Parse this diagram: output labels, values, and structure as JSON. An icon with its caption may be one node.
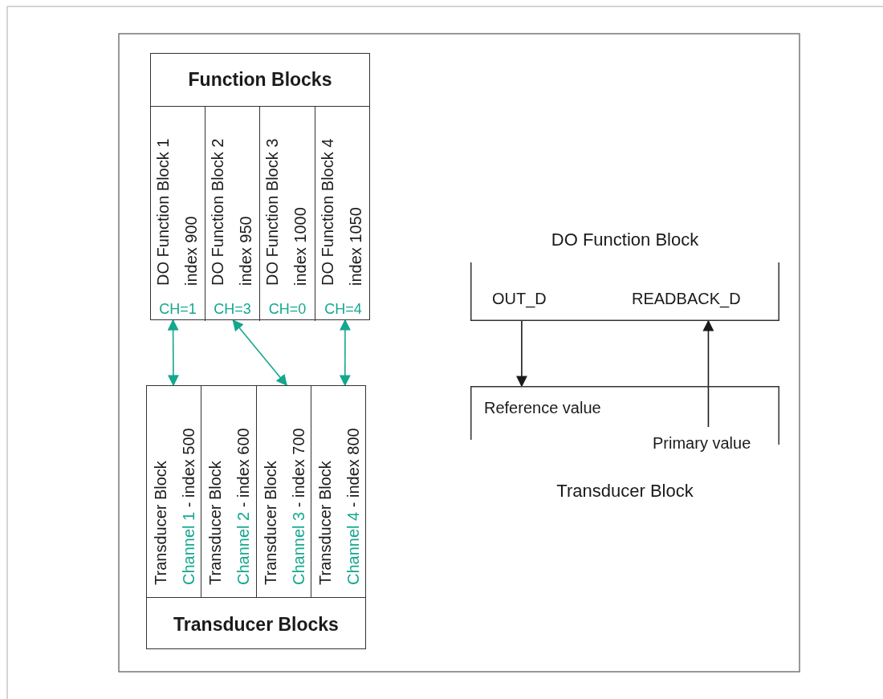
{
  "diagram": {
    "nodes": [
      {
        "text": [
          "Function Blocks"
        ]
      },
      {
        "text": [
          "DO Function Block 1 index 900",
          "CH=1"
        ],
        "in": 0
      },
      {
        "text": [
          "DO Function Block 2 index 950",
          "CH=3"
        ],
        "in": 0
      },
      {
        "text": [
          "DO Function Block 3 index 1000",
          "CH=0"
        ],
        "in": 0
      },
      {
        "text": [
          "DO Function Block 4 index 1050",
          "CH=4"
        ],
        "in": 0
      },
      {
        "text": [
          "Transducer Blocks"
        ]
      },
      {
        "text": [
          "Transducer Block",
          "Channel 1",
          "- index 500"
        ],
        "in": 5
      },
      {
        "text": [
          "Transducer Block",
          "Channel 2",
          "- index 600"
        ],
        "in": 5
      },
      {
        "text": [
          "Transducer Block",
          "Channel 3",
          "- index 700"
        ],
        "in": 5
      },
      {
        "text": [
          "Transducer Block",
          "Channel 4",
          "- index 800"
        ],
        "in": 5
      },
      {
        "text": [
          "DO Function Block",
          "OUT_D",
          "READBACK_D"
        ]
      },
      {
        "text": [
          "Reference value",
          "Primary value",
          "Transducer Block"
        ]
      }
    ],
    "edges": [
      {
        "from": 1,
        "to": 6,
        "arrow": "both"
      },
      {
        "from": 2,
        "to": 8,
        "arrow": "both"
      },
      {
        "from": 4,
        "to": 9,
        "arrow": "both"
      },
      {
        "from": 10,
        "to": 11,
        "arrow": "to",
        "color": "#1a1a1a"
      },
      {
        "from": 11,
        "to": 10,
        "arrow": "to",
        "color": "#1a1a1a"
      }
    ]
  }
}
